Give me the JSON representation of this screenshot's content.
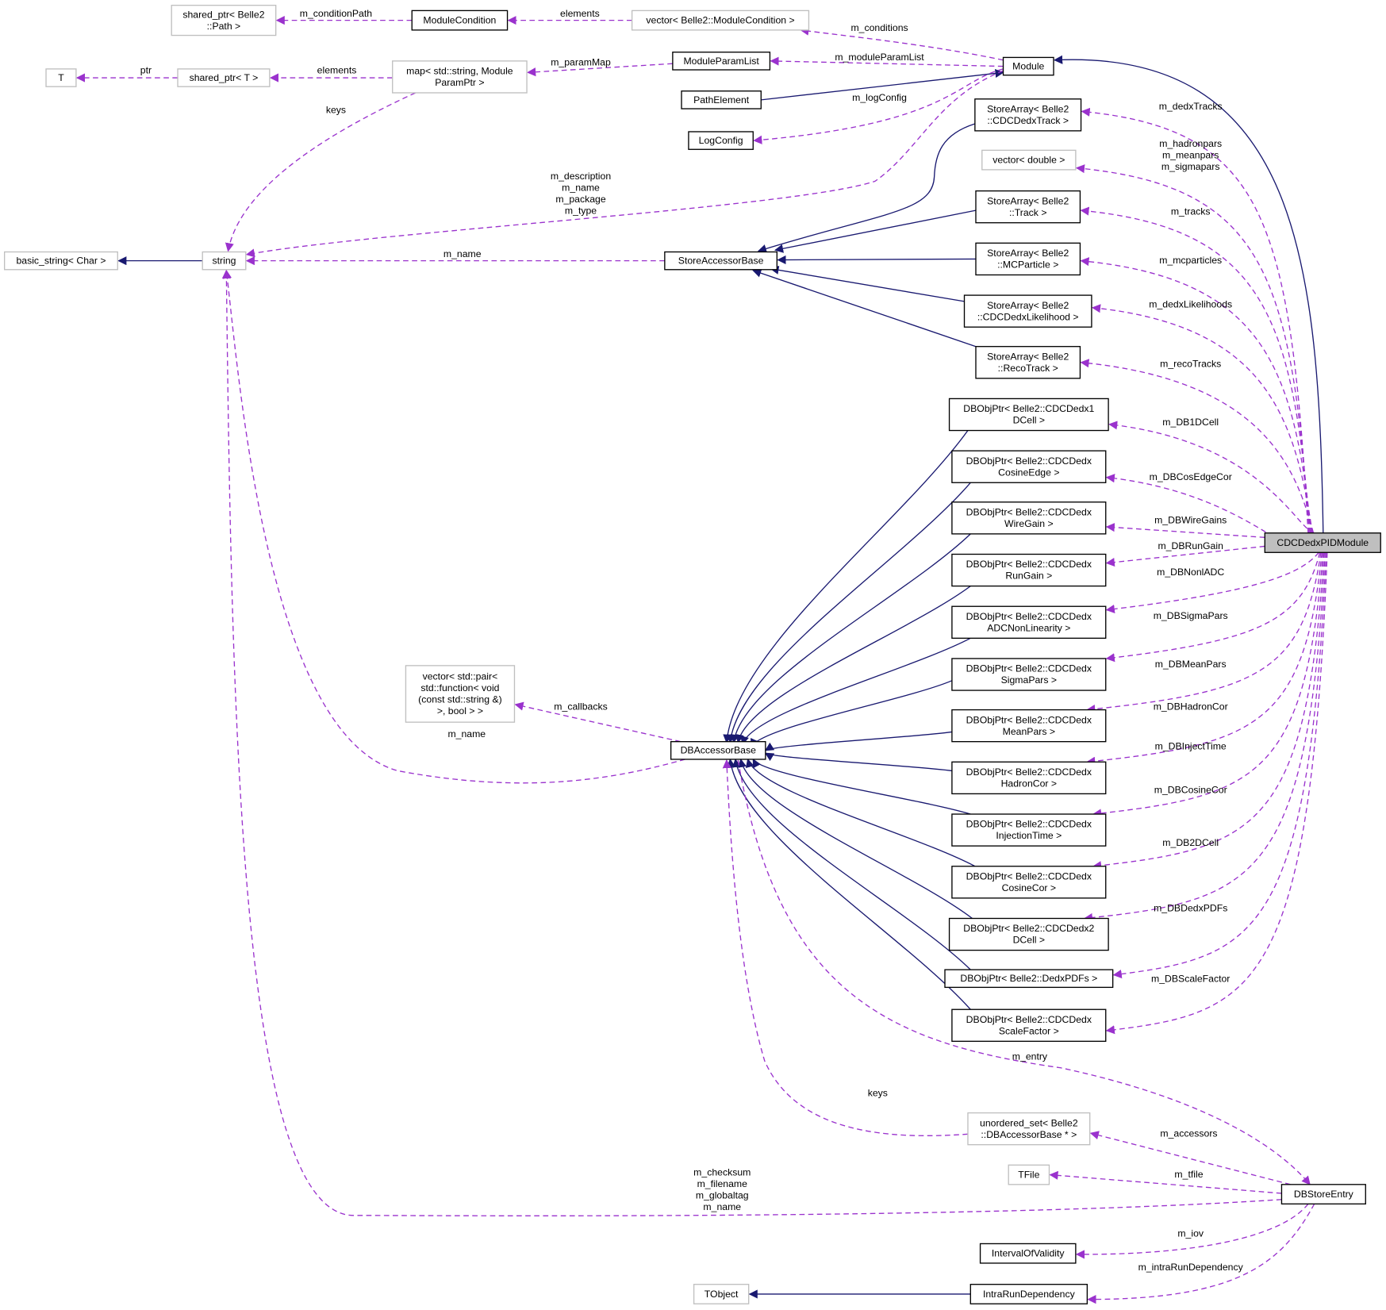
{
  "title": "CDCDedxPIDModule collaboration diagram",
  "colors": {
    "inheritance": "#191970",
    "usage": "#9a32cd",
    "focus_fill": "#bfbfbf",
    "undocumented_border": "#bfbfbf"
  },
  "nodes": {
    "sp_path": [
      "shared_ptr< Belle2",
      "::Path >"
    ],
    "modcond": [
      "ModuleCondition"
    ],
    "vec_modcond": [
      "vector< Belle2::ModuleCondition >"
    ],
    "module": [
      "Module"
    ],
    "T": [
      "T"
    ],
    "sp_T": [
      "shared_ptr< T >"
    ],
    "map": [
      "map< std::string, Module",
      "ParamPtr >"
    ],
    "modparamlist": [
      "ModuleParamList"
    ],
    "pathelement": [
      "PathElement"
    ],
    "logconfig": [
      "LogConfig"
    ],
    "sa_cdctrack": [
      "StoreArray< Belle2",
      "::CDCDedxTrack >"
    ],
    "vec_double": [
      "vector< double >"
    ],
    "sa_track": [
      "StoreArray< Belle2",
      "::Track >"
    ],
    "sa_mcp": [
      "StoreArray< Belle2",
      "::MCParticle >"
    ],
    "sa_lik": [
      "StoreArray< Belle2",
      "::CDCDedxLikelihood >"
    ],
    "sa_reco": [
      "StoreArray< Belle2",
      "::RecoTrack >"
    ],
    "basic_string": [
      "basic_string< Char >"
    ],
    "string": [
      "string"
    ],
    "storeacc": [
      "StoreAccessorBase"
    ],
    "db_1dcell": [
      "DBObjPtr< Belle2::CDCDedx1",
      "DCell >"
    ],
    "db_cosedge": [
      "DBObjPtr< Belle2::CDCDedx",
      "CosineEdge >"
    ],
    "db_wiregain": [
      "DBObjPtr< Belle2::CDCDedx",
      "WireGain >"
    ],
    "db_rungain": [
      "DBObjPtr< Belle2::CDCDedx",
      "RunGain >"
    ],
    "db_adc": [
      "DBObjPtr< Belle2::CDCDedx",
      "ADCNonLinearity >"
    ],
    "db_sigma": [
      "DBObjPtr< Belle2::CDCDedx",
      "SigmaPars >"
    ],
    "db_mean": [
      "DBObjPtr< Belle2::CDCDedx",
      "MeanPars >"
    ],
    "db_hadron": [
      "DBObjPtr< Belle2::CDCDedx",
      "HadronCor >"
    ],
    "db_inject": [
      "DBObjPtr< Belle2::CDCDedx",
      "InjectionTime >"
    ],
    "db_cosine": [
      "DBObjPtr< Belle2::CDCDedx",
      "CosineCor >"
    ],
    "db_2dcell": [
      "DBObjPtr< Belle2::CDCDedx2",
      "DCell >"
    ],
    "db_pdfs": [
      "DBObjPtr< Belle2::DedxPDFs >"
    ],
    "db_scale": [
      "DBObjPtr< Belle2::CDCDedx",
      "ScaleFactor >"
    ],
    "vec_pair": [
      "vector< std::pair<",
      "std::function< void",
      "(const std::string &)",
      ">, bool > >"
    ],
    "dbaccbase": [
      "DBAccessorBase"
    ],
    "cdcpid": [
      "CDCDedxPIDModule"
    ],
    "unordered_set": [
      "unordered_set< Belle2",
      "::DBAccessorBase * >"
    ],
    "tfile": [
      "TFile"
    ],
    "dbstoreentry": [
      "DBStoreEntry"
    ],
    "iov": [
      "IntervalOfValidity"
    ],
    "intrarun": [
      "IntraRunDependency"
    ],
    "tobject": [
      "TObject"
    ]
  },
  "edge_labels": {
    "conditionPath": [
      "m_conditionPath"
    ],
    "modcond_elements": [
      "elements"
    ],
    "conditions": [
      "m_conditions"
    ],
    "moduleParamList": [
      "m_moduleParamList"
    ],
    "paramMap": [
      "m_paramMap"
    ],
    "map_elements": [
      "elements"
    ],
    "ptr": [
      "ptr"
    ],
    "map_keys": [
      "keys"
    ],
    "logConfig": [
      "m_logConfig"
    ],
    "module_strings": [
      "m_description",
      "m_name",
      "m_package",
      "m_type"
    ],
    "storeacc_name": [
      "m_name"
    ],
    "dbacc_name": [
      "m_name"
    ],
    "callbacks": [
      "m_callbacks"
    ],
    "us_keys": [
      "keys"
    ],
    "entry": [
      "m_entry"
    ],
    "accessors": [
      "m_accessors"
    ],
    "tfile": [
      "m_tfile"
    ],
    "entry_strings": [
      "m_checksum",
      "m_filename",
      "m_globaltag",
      "m_name"
    ],
    "iov": [
      "m_iov"
    ],
    "intraRun": [
      "m_intraRunDependency"
    ],
    "dedxTracks": [
      "m_dedxTracks"
    ],
    "pars": [
      "m_hadronpars",
      "m_meanpars",
      "m_sigmapars"
    ],
    "tracks": [
      "m_tracks"
    ],
    "mcparticles": [
      "m_mcparticles"
    ],
    "dedxLikelihoods": [
      "m_dedxLikelihoods"
    ],
    "recoTracks": [
      "m_recoTracks"
    ],
    "DB1DCell": [
      "m_DB1DCell"
    ],
    "DBCosEdgeCor": [
      "m_DBCosEdgeCor"
    ],
    "DBWireGains": [
      "m_DBWireGains"
    ],
    "DBRunGain": [
      "m_DBRunGain"
    ],
    "DBNonlADC": [
      "m_DBNonlADC"
    ],
    "DBSigmaPars": [
      "m_DBSigmaPars"
    ],
    "DBMeanPars": [
      "m_DBMeanPars"
    ],
    "DBHadronCor": [
      "m_DBHadronCor"
    ],
    "DBInjectTime": [
      "m_DBInjectTime"
    ],
    "DBCosineCor": [
      "m_DBCosineCor"
    ],
    "DB2DCell": [
      "m_DB2DCell"
    ],
    "DBDedxPDFs": [
      "m_DBDedxPDFs"
    ],
    "DBScaleFactor": [
      "m_DBScaleFactor"
    ]
  }
}
